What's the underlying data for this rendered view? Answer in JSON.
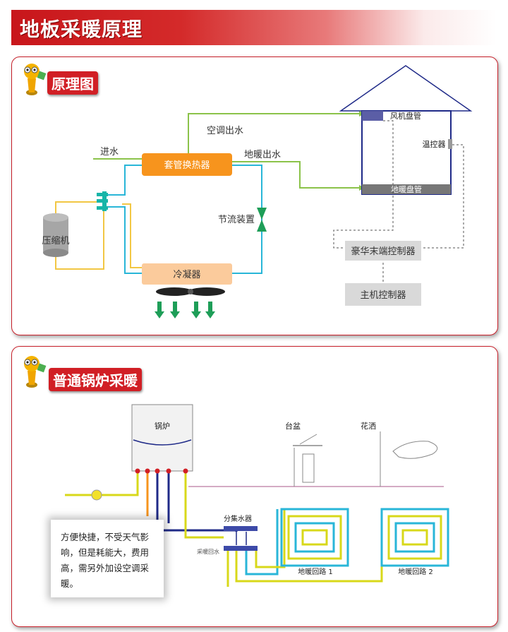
{
  "banner": {
    "title": "地板采暖原理"
  },
  "section1": {
    "label": "原理图",
    "diagram": {
      "inlet": "进水",
      "ac_out": "空调出水",
      "floor_out": "地暖出水",
      "exchanger": "套管换热器",
      "compressor": "压缩机",
      "throttle": "节流装置",
      "condenser": "冷凝器",
      "fan_coil": "风机盘管",
      "thermostat": "温控器",
      "floor_pipe": "地暖盘管",
      "terminal_controller": "豪华末端控制器",
      "main_controller": "主机控制器"
    }
  },
  "section2": {
    "label": "普通锅炉采暖",
    "diagram": {
      "boiler": "锅炉",
      "basin": "台盆",
      "shower": "花洒",
      "manifold": "分集水器",
      "loop1": "地暖回路 1",
      "loop2": "地暖回路 2",
      "pipe_label": "采暖回水"
    },
    "note": "方便快捷，不受天气影响，但是耗能大，费用高，需另外加设空调采暖。"
  }
}
